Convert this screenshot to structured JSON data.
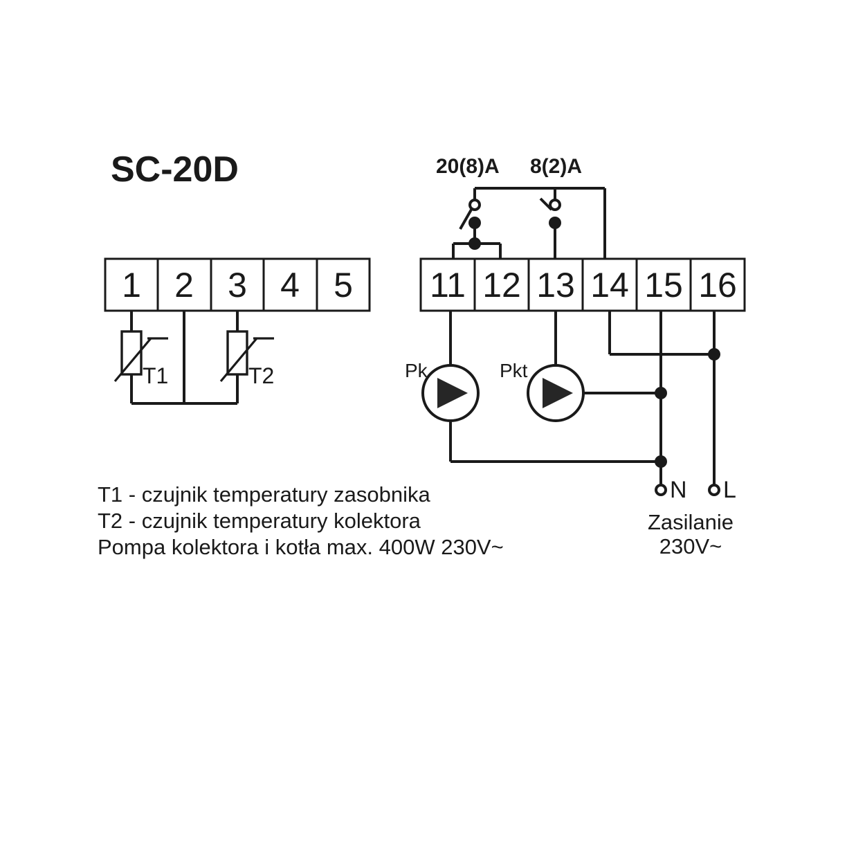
{
  "diagram": {
    "title": "SC-20D",
    "left_terminal_block": {
      "name": "sensor-terminal-block",
      "terminals": [
        "1",
        "2",
        "3",
        "4",
        "5"
      ]
    },
    "right_terminal_block": {
      "name": "power-terminal-block",
      "terminals": [
        "11",
        "12",
        "13",
        "14",
        "15",
        "16"
      ]
    },
    "relay_ratings": [
      {
        "label": "20(8)A",
        "contact": "left"
      },
      {
        "label": "8(2)A",
        "contact": "right"
      }
    ],
    "sensors": [
      {
        "id": "T1",
        "label": "T1",
        "terminal": "1"
      },
      {
        "id": "T2",
        "label": "T2",
        "terminal": "3"
      }
    ],
    "pumps": [
      {
        "id": "Pk",
        "label": "Pk",
        "terminal": "11"
      },
      {
        "id": "Pkt",
        "label": "Pkt",
        "terminal": "13"
      }
    ],
    "supply": {
      "neutral_label": "N",
      "line_label": "L",
      "caption_line1": "Zasilanie",
      "caption_line2": "230V~"
    },
    "legend": [
      "T1 - czujnik temperatury zasobnika",
      "T2 - czujnik temperatury kolektora",
      "Pompa kolektora i kotła max. 400W 230V~"
    ],
    "colors": {
      "ink": "#1a1a1a",
      "fill": "#262626",
      "background": "#ffffff"
    }
  }
}
